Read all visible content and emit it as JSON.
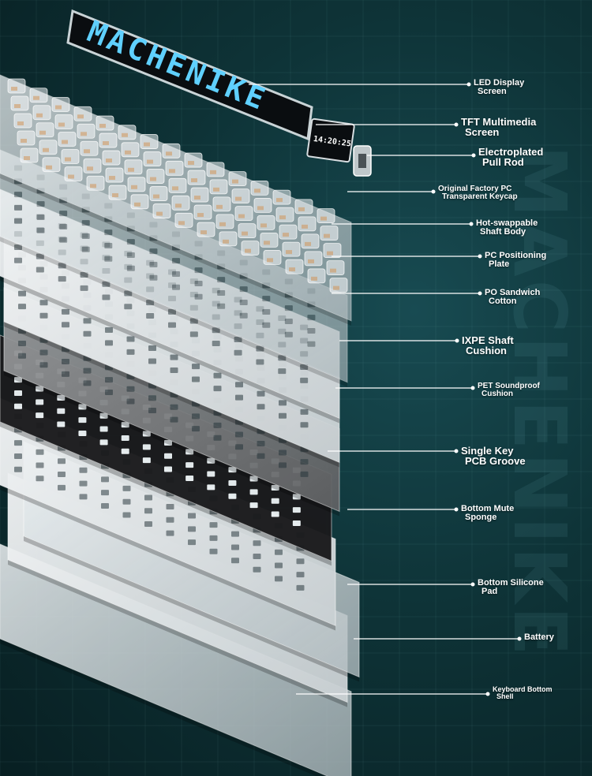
{
  "brand_watermark": "MACHENIKE",
  "led_display_text": "MACHENIKE",
  "tft_clock_text": "14:20:25",
  "colors": {
    "background": "#0e3337",
    "led_text": "#5fd0ff",
    "leader_line": "#ffffff",
    "dot": "#ffffff"
  },
  "components": [
    {
      "line1": "LED Display",
      "line2": "Screen"
    },
    {
      "line1": "TFT Multimedia",
      "line2": "Screen"
    },
    {
      "line1": "Electroplated",
      "line2": "Pull Rod"
    },
    {
      "line1": "Original Factory PC",
      "line2": "Transparent Keycap"
    },
    {
      "line1": "Hot-swappable",
      "line2": "Shaft Body"
    },
    {
      "line1": "PC Positioning",
      "line2": "Plate"
    },
    {
      "line1": "PO Sandwich",
      "line2": "Cotton"
    },
    {
      "line1": "IXPE Shaft",
      "line2": "Cushion"
    },
    {
      "line1": "PET Soundproof",
      "line2": "Cushion"
    },
    {
      "line1": "Single Key",
      "line2": "PCB Groove"
    },
    {
      "line1": "Bottom Mute",
      "line2": "Sponge"
    },
    {
      "line1": "Bottom Silicone",
      "line2": "Pad"
    },
    {
      "line1": "Battery",
      "line2": ""
    },
    {
      "line1": "Keyboard Bottom",
      "line2": "Shell"
    }
  ]
}
